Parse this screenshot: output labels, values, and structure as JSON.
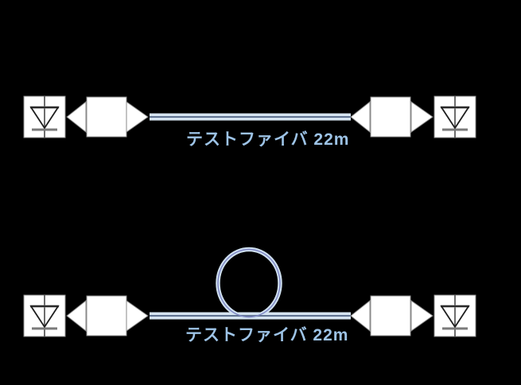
{
  "figure": {
    "description_note": "",
    "background_color": "#000000"
  },
  "diagrams": [
    {
      "id": "top",
      "label": "テストファイバ 22m"
    },
    {
      "id": "bottom",
      "label": "テストファイバ 22m"
    }
  ],
  "colors": {
    "background": "#000000",
    "box_fill": "#ffffff",
    "box_border": "#8c8c8c",
    "fiber_band": "#d6e4f1",
    "fiber_core": "#5f7291",
    "loop_band": "#cfe0ef",
    "loop_core": "#7d85c5",
    "label_text": "#9dc3e6",
    "diode_stroke": "#1f1f1f",
    "diode_accent": "#7a7a7a"
  },
  "icons": {
    "photodiode": "photodiode-icon",
    "coupler": "coupler-box",
    "connector": "connector-triangle",
    "fiber": "test-fiber-line",
    "loop": "mandrel-loop"
  }
}
